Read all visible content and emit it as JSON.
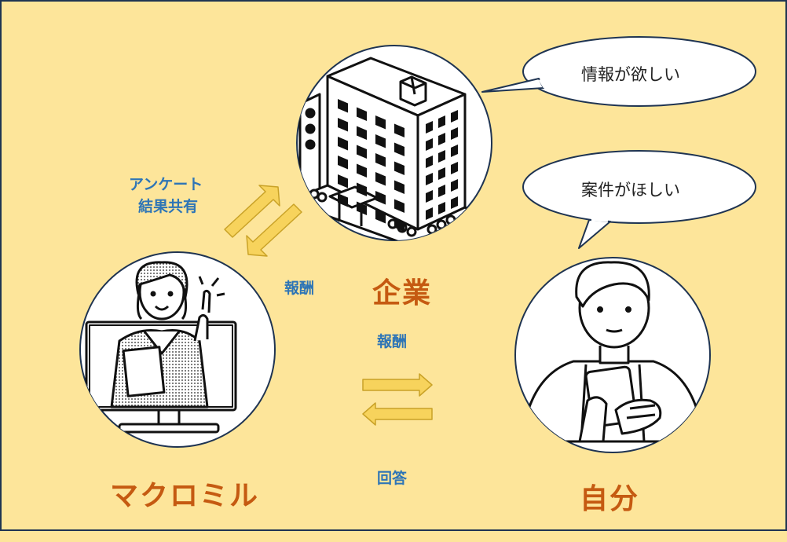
{
  "nodes": {
    "company": {
      "label": "企業"
    },
    "macromill": {
      "label": "マクロミル"
    },
    "self": {
      "label": "自分"
    }
  },
  "bubbles": {
    "company": "情報が欲しい",
    "self": "案件がほしい"
  },
  "flows": {
    "survey_share_line1": "アンケート",
    "survey_share_line2": "結果共有",
    "reward_to_macromill": "報酬",
    "reward_to_self": "報酬",
    "answer": "回答"
  },
  "colors": {
    "background": "#fde59a",
    "frame": "#1f3452",
    "arrow_fill": "#f7d35c",
    "arrow_stroke": "#c9a227",
    "label_blue": "#2e75b6",
    "label_orange": "#c55a11"
  }
}
